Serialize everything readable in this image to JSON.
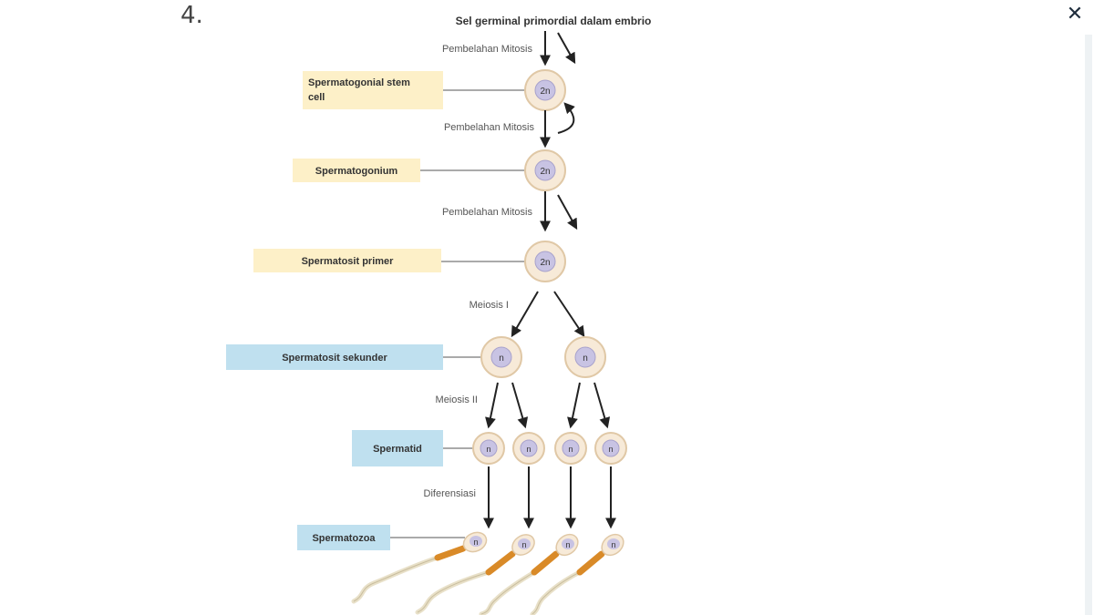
{
  "question_number": "4.",
  "close_icon_glyph": "✕",
  "diagram": {
    "top_label": "Sel germinal primordial dalam embrio",
    "divisions": {
      "mitosis_1": "Pembelahan Mitosis",
      "mitosis_2": "Pembelahan Mitosis",
      "mitosis_3": "Pembelahan Mitosis",
      "meiosis_1": "Meiosis I",
      "meiosis_2": "Meiosis II",
      "differentiation": "Diferensiasi"
    },
    "stages": {
      "stem_cell_line1": "Spermatogonial stem",
      "stem_cell_line2": "cell",
      "spermatogonium": "Spermatogonium",
      "primary_spermatocyte": "Spermatosit primer",
      "secondary_spermatocyte": "Spermatosit sekunder",
      "spermatid": "Spermatid",
      "spermatozoa": "Spermatozoa"
    },
    "ploidy": {
      "diploid": "2n",
      "haploid": "n"
    },
    "colors": {
      "diploid_label_bg": "#fdf0c8",
      "haploid_label_bg": "#bfe0ef",
      "cell_outer": "#f7ead8",
      "cell_outer_stroke": "#e0c8a6",
      "nucleus": "#c8c3e3",
      "sperm_midpiece": "#d98a28",
      "sperm_tail": "#e8e0c8"
    }
  }
}
